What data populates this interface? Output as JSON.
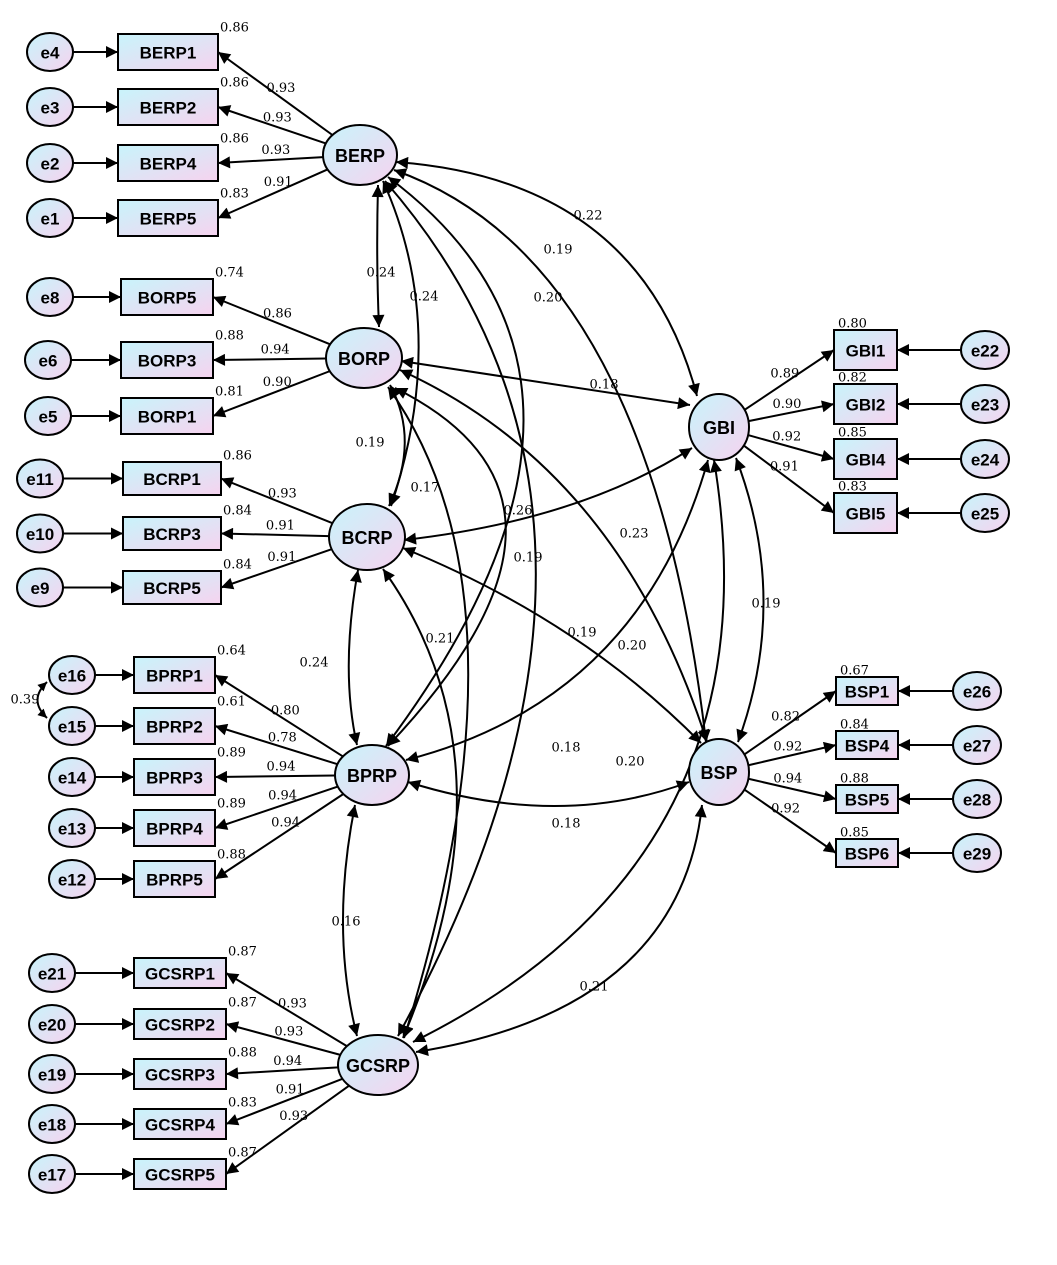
{
  "title": "SEM Measurement Model (Standardized Estimates)",
  "latents": [
    {
      "id": "BERP",
      "label": "BERP"
    },
    {
      "id": "BORP",
      "label": "BORP"
    },
    {
      "id": "BCRP",
      "label": "BCRP"
    },
    {
      "id": "BPRP",
      "label": "BPRP"
    },
    {
      "id": "GCSRP",
      "label": "GCSRP"
    },
    {
      "id": "GBI",
      "label": "GBI"
    },
    {
      "id": "BSP",
      "label": "BSP"
    }
  ],
  "indicators": [
    {
      "id": "BERP1",
      "latent": "BERP",
      "error": "e4",
      "loading": "0.93",
      "r2": "0.86"
    },
    {
      "id": "BERP2",
      "latent": "BERP",
      "error": "e3",
      "loading": "0.93",
      "r2": "0.86"
    },
    {
      "id": "BERP4",
      "latent": "BERP",
      "error": "e2",
      "loading": "0.93",
      "r2": "0.86"
    },
    {
      "id": "BERP5",
      "latent": "BERP",
      "error": "e1",
      "loading": "0.91",
      "r2": "0.83"
    },
    {
      "id": "BORP5",
      "latent": "BORP",
      "error": "e8",
      "loading": "0.86",
      "r2": "0.74"
    },
    {
      "id": "BORP3",
      "latent": "BORP",
      "error": "e6",
      "loading": "0.94",
      "r2": "0.88"
    },
    {
      "id": "BORP1",
      "latent": "BORP",
      "error": "e5",
      "loading": "0.90",
      "r2": "0.81"
    },
    {
      "id": "BCRP1",
      "latent": "BCRP",
      "error": "e11",
      "loading": "0.93",
      "r2": "0.86"
    },
    {
      "id": "BCRP3",
      "latent": "BCRP",
      "error": "e10",
      "loading": "0.91",
      "r2": "0.84"
    },
    {
      "id": "BCRP5",
      "latent": "BCRP",
      "error": "e9",
      "loading": "0.91",
      "r2": "0.84"
    },
    {
      "id": "BPRP1",
      "latent": "BPRP",
      "error": "e16",
      "loading": "0.80",
      "r2": "0.64"
    },
    {
      "id": "BPRP2",
      "latent": "BPRP",
      "error": "e15",
      "loading": "0.78",
      "r2": "0.61"
    },
    {
      "id": "BPRP3",
      "latent": "BPRP",
      "error": "e14",
      "loading": "0.94",
      "r2": "0.89"
    },
    {
      "id": "BPRP4",
      "latent": "BPRP",
      "error": "e13",
      "loading": "0.94",
      "r2": "0.89"
    },
    {
      "id": "BPRP5",
      "latent": "BPRP",
      "error": "e12",
      "loading": "0.94",
      "r2": "0.88"
    },
    {
      "id": "GCSRP1",
      "latent": "GCSRP",
      "error": "e21",
      "loading": "0.93",
      "r2": "0.87"
    },
    {
      "id": "GCSRP2",
      "latent": "GCSRP",
      "error": "e20",
      "loading": "0.93",
      "r2": "0.87"
    },
    {
      "id": "GCSRP3",
      "latent": "GCSRP",
      "error": "e19",
      "loading": "0.94",
      "r2": "0.88"
    },
    {
      "id": "GCSRP4",
      "latent": "GCSRP",
      "error": "e18",
      "loading": "0.91",
      "r2": "0.83"
    },
    {
      "id": "GCSRP5",
      "latent": "GCSRP",
      "error": "e17",
      "loading": "0.93",
      "r2": "0.87"
    },
    {
      "id": "GBI1",
      "latent": "GBI",
      "error": "e22",
      "loading": "0.89",
      "r2": "0.80"
    },
    {
      "id": "GBI2",
      "latent": "GBI",
      "error": "e23",
      "loading": "0.90",
      "r2": "0.82"
    },
    {
      "id": "GBI4",
      "latent": "GBI",
      "error": "e24",
      "loading": "0.92",
      "r2": "0.85"
    },
    {
      "id": "GBI5",
      "latent": "GBI",
      "error": "e25",
      "loading": "0.91",
      "r2": "0.83"
    },
    {
      "id": "BSP1",
      "latent": "BSP",
      "error": "e26",
      "loading": "0.82",
      "r2": "0.67"
    },
    {
      "id": "BSP4",
      "latent": "BSP",
      "error": "e27",
      "loading": "0.92",
      "r2": "0.84"
    },
    {
      "id": "BSP5",
      "latent": "BSP",
      "error": "e28",
      "loading": "0.94",
      "r2": "0.88"
    },
    {
      "id": "BSP6",
      "latent": "BSP",
      "error": "e29",
      "loading": "0.92",
      "r2": "0.85"
    }
  ],
  "covariances": [
    {
      "a": "BERP",
      "b": "BORP",
      "value": "0.24"
    },
    {
      "a": "BERP",
      "b": "BCRP",
      "value": "0.24"
    },
    {
      "a": "BERP",
      "b": "BPRP",
      "value": "0.20"
    },
    {
      "a": "BERP",
      "b": "GCSRP",
      "value": "0.18"
    },
    {
      "a": "BERP",
      "b": "GBI",
      "value": "0.22"
    },
    {
      "a": "BERP",
      "b": "BSP",
      "value": "0.19"
    },
    {
      "a": "BORP",
      "b": "BCRP",
      "value": "0.19"
    },
    {
      "a": "BORP",
      "b": "BPRP",
      "value": "0.19"
    },
    {
      "a": "BORP",
      "b": "GCSRP",
      "value": "0.17"
    },
    {
      "a": "BORP",
      "b": "GBI",
      "value": "0.18"
    },
    {
      "a": "BORP",
      "b": "BSP",
      "value": "0.23"
    },
    {
      "a": "BCRP",
      "b": "BPRP",
      "value": "0.24"
    },
    {
      "a": "BCRP",
      "b": "GCSRP",
      "value": "0.21"
    },
    {
      "a": "BCRP",
      "b": "GBI",
      "value": "0.26"
    },
    {
      "a": "BCRP",
      "b": "BSP",
      "value": "0.19"
    },
    {
      "a": "BPRP",
      "b": "GCSRP",
      "value": "0.16"
    },
    {
      "a": "BPRP",
      "b": "GBI",
      "value": "0.20"
    },
    {
      "a": "BPRP",
      "b": "BSP",
      "value": "0.18"
    },
    {
      "a": "GCSRP",
      "b": "GBI",
      "value": "0.20"
    },
    {
      "a": "GCSRP",
      "b": "BSP",
      "value": "0.21"
    },
    {
      "a": "GBI",
      "b": "BSP",
      "value": "0.19"
    }
  ],
  "error_covariances": [
    {
      "a": "e16",
      "b": "e15",
      "value": "0.39"
    }
  ],
  "colors": {
    "fill_start": "#c8f4fb",
    "fill_end": "#f6d3ef",
    "stroke": "#000000"
  }
}
